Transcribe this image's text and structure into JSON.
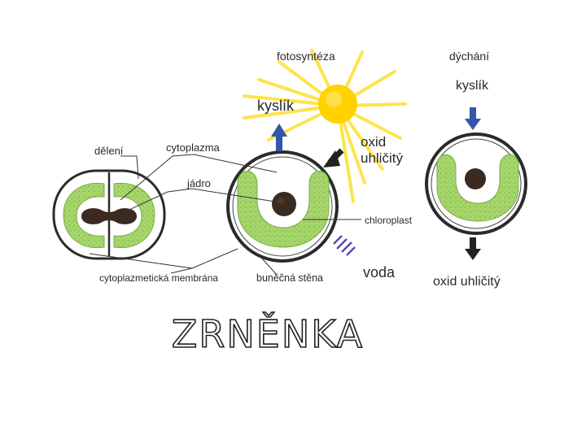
{
  "labels": {
    "fotosynteza": "fotosyntéza",
    "dychani": "dýchání",
    "kyslik_left": "kyslík",
    "kyslik_right": "kyslík",
    "oxid_line1": "oxid",
    "oxid_line2": "uhličitý",
    "deleni": "dělení",
    "cytoplazma": "cytoplazma",
    "jadro": "jádro",
    "chloroplast": "chloroplast",
    "cytoplazmaticka_membrana": "cytoplazmetická membrána",
    "bunecna_stena": "buněčná stěna",
    "voda": "voda",
    "oxid_uhlicity": "oxid uhličitý"
  },
  "title": "ZRNĚNKA",
  "colors": {
    "chloroplast": "#a6d66b",
    "nucleus": "#3a2a20",
    "cell_wall": "#2b2b2b",
    "sun": "#ffd200",
    "arrow_up": "#3355aa",
    "arrow_down": "#222222"
  }
}
